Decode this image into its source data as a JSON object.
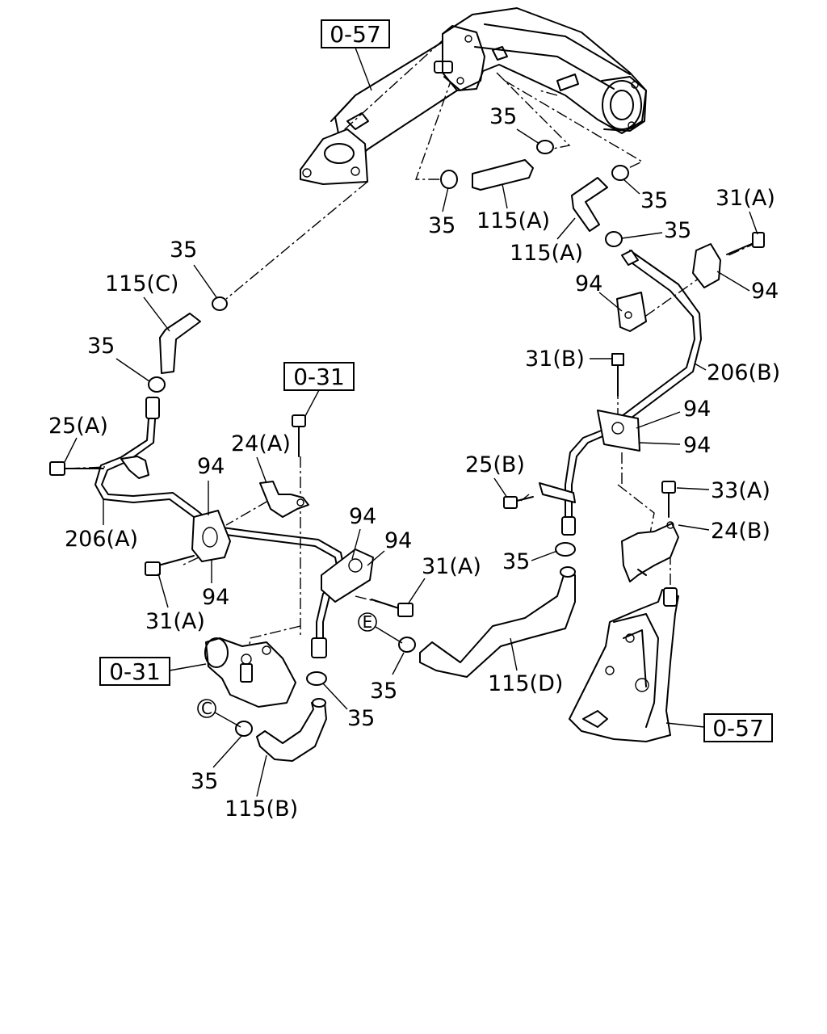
{
  "references": [
    "0-57",
    "0-31",
    "0-31",
    "0-57"
  ],
  "callouts": [
    "35",
    "35",
    "115(A)",
    "35",
    "35",
    "115(A)",
    "31(A)",
    "94",
    "94",
    "35",
    "115(C)",
    "35",
    "25(A)",
    "0-31",
    "24(A)",
    "94",
    "206(A)",
    "94",
    "31(A)",
    "94",
    "94",
    "31(B)",
    "206(B)",
    "94",
    "94",
    "25(B)",
    "33(A)",
    "24(B)",
    "35",
    "31(A)",
    "E",
    "35",
    "115(D)",
    "0-31",
    "35",
    "C",
    "35",
    "115(B)",
    "0-57"
  ]
}
